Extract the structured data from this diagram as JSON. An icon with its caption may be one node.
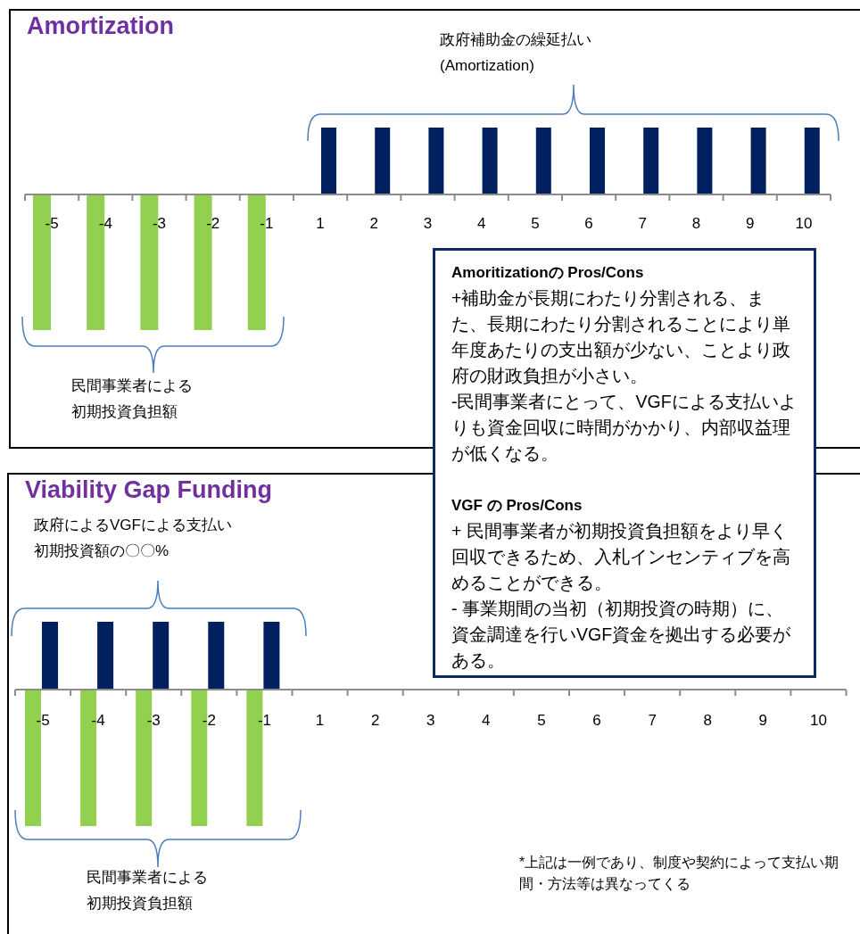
{
  "diagram": {
    "nodes": [
      {
        "text": [
          "Amortization"
        ]
      },
      {
        "text": [
          "Viability Gap Funding"
        ]
      },
      {
        "text": [
          "Amoritizationの Pros/Cons",
          "+補助金が長期にわたり分割される、また、長期にわたり分割されることにより単年度あたりの支出額が少ない、ことより政府の財政負担が小さい。",
          "-民間事業者にとって、VGFによる支払いよりも資金回収に時間がかかり、内部収益理が低くなる。",
          "VGF の Pros/Cons",
          "+ 民間事業者が初期投資負担額をより早く回収できるため、入札インセンティブを高めることができる。",
          "- 事業期間の当初（初期投資の時期）に、資金調達を行いVGF資金を拠出する必要がある。"
        ]
      }
    ],
    "labels": [
      "政府補助金の繰延払い",
      "(Amortization)",
      "-5",
      "-4",
      "-3",
      "-2",
      "-1",
      "1",
      "2",
      "3",
      "4",
      "5",
      "6",
      "7",
      "8",
      "9",
      "10",
      "民間事業者による初期投資負担額",
      "政府によるVGFによる支払い",
      "初期投資額の〇〇%",
      "-5",
      "-4",
      "-3",
      "-2",
      "-1",
      "1",
      "2",
      "3",
      "4",
      "5",
      "6",
      "7",
      "8",
      "9",
      "10",
      "民間事業者による初期投資負担額",
      "*上記は一例であり、制度や契約によって支払い期間・方法等は異なってくる"
    ]
  }
}
